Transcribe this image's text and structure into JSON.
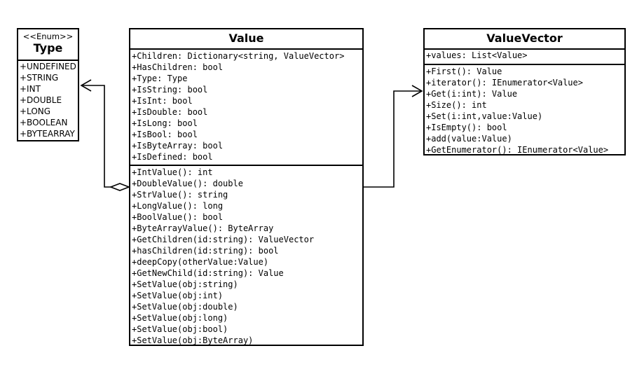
{
  "type_enum": {
    "stereotype": "<<Enum>>",
    "name": "Type",
    "literals": [
      "+UNDEFINED",
      "+STRING",
      "+INT",
      "+DOUBLE",
      "+LONG",
      "+BOOLEAN",
      "+BYTEARRAY"
    ]
  },
  "value_class": {
    "name": "Value",
    "attributes": [
      "+Children: Dictionary<string, ValueVector>",
      "+HasChildren: bool",
      "+Type: Type",
      "+IsString: bool",
      "+IsInt: bool",
      "+IsDouble: bool",
      "+IsLong: bool",
      "+IsBool: bool",
      "+IsByteArray: bool",
      "+IsDefined: bool"
    ],
    "methods": [
      "+IntValue(): int",
      "+DoubleValue(): double",
      "+StrValue(): string",
      "+LongValue(): long",
      "+BoolValue(): bool",
      "+ByteArrayValue(): ByteArray",
      "+GetChildren(id:string): ValueVector",
      "+hasChildren(id:string): bool",
      "+deepCopy(otherValue:Value)",
      "+GetNewChild(id:string): Value",
      "+SetValue(obj:string)",
      "+SetValue(obj:int)",
      "+SetValue(obj:double)",
      "+SetValue(obj:long)",
      "+SetValue(obj:bool)",
      "+SetValue(obj:ByteArray)"
    ]
  },
  "value_vector_class": {
    "name": "ValueVector",
    "attributes": [
      "+values: List<Value>"
    ],
    "methods": [
      "+First(): Value",
      "+iterator(): IEnumerator<Value>",
      "+Get(i:int): Value",
      "+Size(): int",
      "+Set(i:int,value:Value)",
      "+IsEmpty(): bool",
      "+add(value:Value)",
      "+GetEnumerator(): IEnumerator<Value>"
    ]
  },
  "colors": {
    "line": "#000000",
    "background": "#ffffff"
  }
}
